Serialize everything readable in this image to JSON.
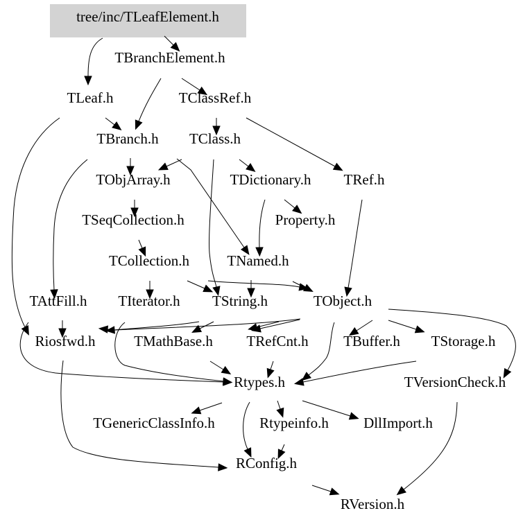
{
  "diagram": {
    "type": "include-dependency-graph",
    "root_fill": "#d3d3d3",
    "nodes": [
      {
        "id": "root",
        "label": "tree/inc/TLeafElement.h",
        "highlighted": true
      },
      {
        "id": "TBranchElement",
        "label": "TBranchElement.h"
      },
      {
        "id": "TLeaf",
        "label": "TLeaf.h"
      },
      {
        "id": "TClassRef",
        "label": "TClassRef.h"
      },
      {
        "id": "TBranch",
        "label": "TBranch.h"
      },
      {
        "id": "TClass",
        "label": "TClass.h"
      },
      {
        "id": "TObjArray",
        "label": "TObjArray.h"
      },
      {
        "id": "TDictionary",
        "label": "TDictionary.h"
      },
      {
        "id": "TRef",
        "label": "TRef.h"
      },
      {
        "id": "TSeqCollection",
        "label": "TSeqCollection.h"
      },
      {
        "id": "Property",
        "label": "Property.h"
      },
      {
        "id": "TCollection",
        "label": "TCollection.h"
      },
      {
        "id": "TNamed",
        "label": "TNamed.h"
      },
      {
        "id": "TAttFill",
        "label": "TAttFill.h"
      },
      {
        "id": "TIterator",
        "label": "TIterator.h"
      },
      {
        "id": "TString",
        "label": "TString.h"
      },
      {
        "id": "TObject",
        "label": "TObject.h"
      },
      {
        "id": "Riosfwd",
        "label": "Riosfwd.h"
      },
      {
        "id": "TMathBase",
        "label": "TMathBase.h"
      },
      {
        "id": "TRefCnt",
        "label": "TRefCnt.h"
      },
      {
        "id": "TBuffer",
        "label": "TBuffer.h"
      },
      {
        "id": "TStorage",
        "label": "TStorage.h"
      },
      {
        "id": "Rtypes",
        "label": "Rtypes.h"
      },
      {
        "id": "TVersionCheck",
        "label": "TVersionCheck.h"
      },
      {
        "id": "TGenericClassInfo",
        "label": "TGenericClassInfo.h"
      },
      {
        "id": "Rtypeinfo",
        "label": "Rtypeinfo.h"
      },
      {
        "id": "DllImport",
        "label": "DllImport.h"
      },
      {
        "id": "RConfig",
        "label": "RConfig.h"
      },
      {
        "id": "RVersion",
        "label": "RVersion.h"
      }
    ],
    "edges": [
      [
        "root",
        "TBranchElement"
      ],
      [
        "root",
        "TLeaf"
      ],
      [
        "TBranchElement",
        "TBranch"
      ],
      [
        "TBranchElement",
        "TClassRef"
      ],
      [
        "TLeaf",
        "TBranch"
      ],
      [
        "TLeaf",
        "Riosfwd"
      ],
      [
        "TClassRef",
        "TClass"
      ],
      [
        "TClassRef",
        "TRef"
      ],
      [
        "TBranch",
        "TObjArray"
      ],
      [
        "TBranch",
        "TAttFill"
      ],
      [
        "TClass",
        "TObjArray"
      ],
      [
        "TClass",
        "TDictionary"
      ],
      [
        "TClass",
        "TNamed"
      ],
      [
        "TClass",
        "TString"
      ],
      [
        "TObjArray",
        "TSeqCollection"
      ],
      [
        "TDictionary",
        "Property"
      ],
      [
        "TDictionary",
        "TNamed"
      ],
      [
        "TRef",
        "TObject"
      ],
      [
        "TSeqCollection",
        "TCollection"
      ],
      [
        "TCollection",
        "TIterator"
      ],
      [
        "TCollection",
        "TString"
      ],
      [
        "TCollection",
        "TObject"
      ],
      [
        "TNamed",
        "TString"
      ],
      [
        "TNamed",
        "TObject"
      ],
      [
        "TAttFill",
        "Riosfwd"
      ],
      [
        "TAttFill",
        "Rtypes"
      ],
      [
        "TIterator",
        "Rtypes"
      ],
      [
        "TString",
        "TMathBase"
      ],
      [
        "TString",
        "TRefCnt"
      ],
      [
        "TString",
        "Riosfwd"
      ],
      [
        "TObject",
        "Riosfwd"
      ],
      [
        "TObject",
        "TBuffer"
      ],
      [
        "TObject",
        "TStorage"
      ],
      [
        "TObject",
        "TVersionCheck"
      ],
      [
        "TObject",
        "Rtypes"
      ],
      [
        "TMathBase",
        "Rtypes"
      ],
      [
        "TRefCnt",
        "Rtypes"
      ],
      [
        "TStorage",
        "Rtypes"
      ],
      [
        "Riosfwd",
        "RConfig"
      ],
      [
        "Rtypes",
        "TGenericClassInfo"
      ],
      [
        "Rtypes",
        "Rtypeinfo"
      ],
      [
        "Rtypes",
        "DllImport"
      ],
      [
        "Rtypes",
        "RConfig"
      ],
      [
        "Rtypeinfo",
        "RConfig"
      ],
      [
        "TVersionCheck",
        "RVersion"
      ],
      [
        "RConfig",
        "RVersion"
      ]
    ]
  }
}
